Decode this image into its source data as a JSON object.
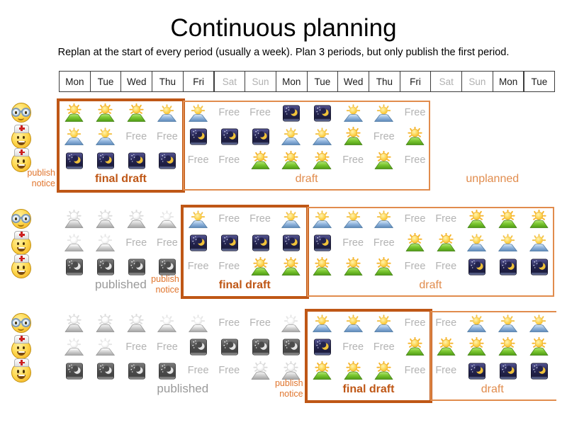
{
  "title": "Continuous planning",
  "subtitle": "Replan at the start of every period (usually a week). Plan 3 periods, but only publish the first period.",
  "colors": {
    "final_draft": "#bf5716",
    "draft": "#e18c4d",
    "publish_notice": "#e0752d",
    "published": "#9a9a9a",
    "free_text": "#b3b3b3",
    "weekend_text": "#b0b0b0"
  },
  "days": [
    "Mon",
    "Tue",
    "Wed",
    "Thu",
    "Fri",
    "Sat",
    "Sun",
    "Mon",
    "Tue",
    "Wed",
    "Thu",
    "Fri",
    "Sat",
    "Sun",
    "Mon",
    "Tue"
  ],
  "weekend_cols": [
    5,
    6,
    12,
    13
  ],
  "labels": {
    "published": "published",
    "final_draft": "final draft",
    "draft": "draft",
    "unplanned": "unplanned",
    "publish_notice_lines": [
      "publish",
      "notice"
    ],
    "free": "Free"
  },
  "icons": {
    "E": "early-shift-icon",
    "L": "late-shift-icon",
    "N": "night-shift-icon"
  },
  "employees": [
    {
      "icon": "glasses-smiley"
    },
    {
      "icon": "nurse-smiley"
    },
    {
      "icon": "nurse-smiley"
    }
  ],
  "blocks": [
    {
      "published_cols": 0,
      "final_draft_span": [
        0,
        4
      ],
      "draft_span": [
        4,
        12
      ],
      "unplanned_span": [
        12,
        16
      ],
      "draft_open_right": false,
      "rows": [
        [
          "E",
          "E",
          "E",
          "L",
          "L",
          "F",
          "F",
          "N",
          "N",
          "L",
          "L",
          "F",
          "",
          "",
          "",
          ""
        ],
        [
          "L",
          "L",
          "F",
          "F",
          "N",
          "N",
          "N",
          "L",
          "L",
          "E",
          "F",
          "E",
          "",
          "",
          "",
          ""
        ],
        [
          "N",
          "N",
          "N",
          "N",
          "F",
          "F",
          "E",
          "E",
          "E",
          "F",
          "E",
          "F",
          "",
          "",
          "",
          ""
        ]
      ]
    },
    {
      "published_cols": 4,
      "final_draft_span": [
        4,
        8
      ],
      "draft_span": [
        8,
        16
      ],
      "unplanned_span": null,
      "draft_open_right": false,
      "rows": [
        [
          "E",
          "E",
          "E",
          "L",
          "L",
          "F",
          "F",
          "L",
          "L",
          "L",
          "L",
          "F",
          "F",
          "E",
          "E",
          "E"
        ],
        [
          "L",
          "L",
          "F",
          "F",
          "N",
          "N",
          "N",
          "N",
          "N",
          "F",
          "F",
          "E",
          "E",
          "L",
          "L",
          "L"
        ],
        [
          "N",
          "N",
          "N",
          "N",
          "F",
          "F",
          "E",
          "E",
          "E",
          "E",
          "E",
          "F",
          "F",
          "N",
          "N",
          "N"
        ]
      ]
    },
    {
      "published_cols": 8,
      "final_draft_span": [
        8,
        12
      ],
      "draft_span": [
        12,
        16
      ],
      "unplanned_span": null,
      "draft_open_right": true,
      "rows": [
        [
          "E",
          "E",
          "E",
          "L",
          "L",
          "F",
          "F",
          "L",
          "L",
          "L",
          "L",
          "F",
          "F",
          "L",
          "L",
          "L"
        ],
        [
          "L",
          "L",
          "F",
          "F",
          "N",
          "N",
          "N",
          "N",
          "N",
          "F",
          "F",
          "E",
          "E",
          "E",
          "E",
          "E"
        ],
        [
          "N",
          "N",
          "N",
          "N",
          "F",
          "F",
          "E",
          "E",
          "E",
          "E",
          "E",
          "F",
          "F",
          "N",
          "N",
          "N"
        ]
      ]
    }
  ]
}
